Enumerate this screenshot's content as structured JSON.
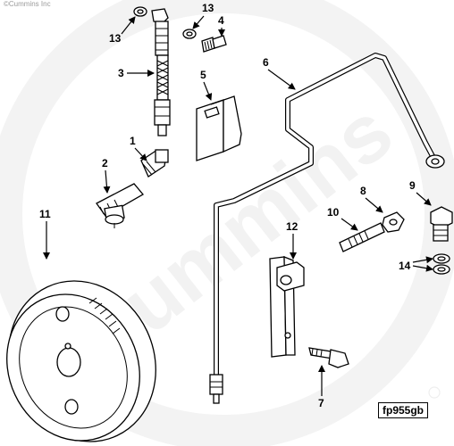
{
  "copyright": "©Cummins Inc",
  "watermark": "Cummins",
  "figure_code": "fp955gb",
  "callouts": {
    "c1": "1",
    "c2": "2",
    "c3": "3",
    "c4": "4",
    "c5": "5",
    "c6": "6",
    "c7": "7",
    "c8": "8",
    "c9": "9",
    "c10": "10",
    "c11": "11",
    "c12": "12",
    "c13a": "13",
    "c13b": "13",
    "c14": "14"
  }
}
